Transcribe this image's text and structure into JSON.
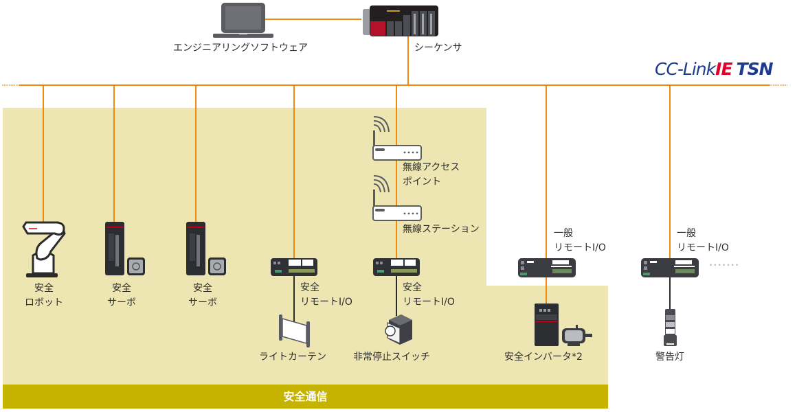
{
  "network_name": {
    "prefix": "CC-Link",
    "ie": "IE",
    "suffix": "TSN"
  },
  "colors": {
    "network_line": "#f08a0c",
    "safety_zone": "#ede6b2",
    "safety_band": "#c6b300",
    "device_dark": "#3a3c42",
    "logo_blue": "#1e3c8f",
    "logo_red": "#e3002a"
  },
  "top_devices": {
    "engineering_software": "エンジニアリングソフトウェア",
    "sequencer": "シーケンサ"
  },
  "safety_zone_label": "安全通信",
  "nodes": [
    {
      "id": "safety-robot",
      "line1": "安全",
      "line2": "ロボット"
    },
    {
      "id": "safety-servo-1",
      "line1": "安全",
      "line2": "サーボ"
    },
    {
      "id": "safety-servo-2",
      "line1": "安全",
      "line2": "サーボ"
    },
    {
      "id": "safety-remote-io-1",
      "line1": "安全",
      "line2": "リモートI/O",
      "attached": "ライトカーテン"
    },
    {
      "id": "wireless-access-point",
      "line1": "無線アクセス",
      "line2": "ポイント"
    },
    {
      "id": "wireless-station",
      "line1": "無線ステーション"
    },
    {
      "id": "safety-remote-io-2",
      "line1": "安全",
      "line2": "リモートI/O",
      "attached": "非常停止スイッチ"
    },
    {
      "id": "general-remote-io-1",
      "line1": "一般",
      "line2": "リモートI/O",
      "attached": "安全インバータ*2"
    },
    {
      "id": "general-remote-io-2",
      "line1": "一般",
      "line2": "リモートI/O",
      "attached": "警告灯"
    }
  ],
  "continuation_dots": "•••••••"
}
